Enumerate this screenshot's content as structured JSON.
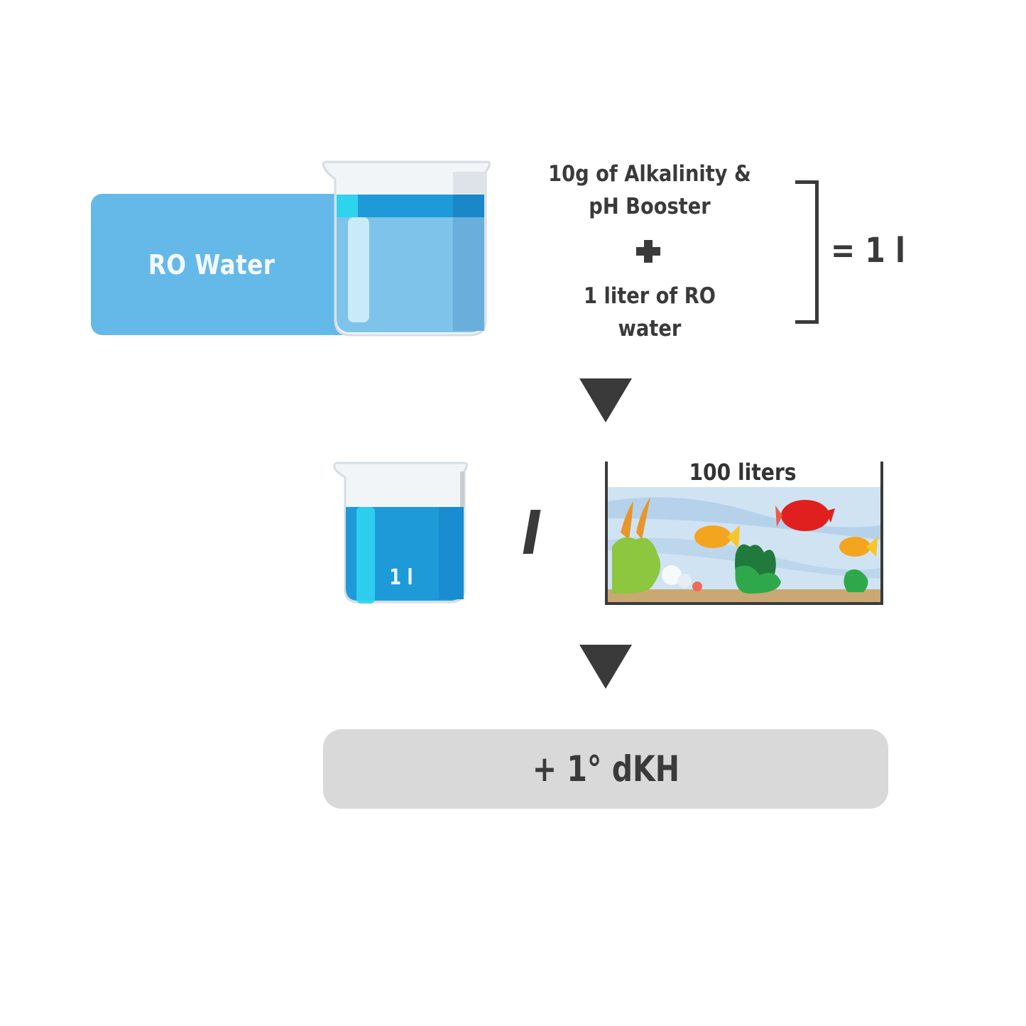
{
  "step1": {
    "source_label": "RO Water",
    "source_color": "#65b9e8",
    "ingredient_line1": "10g of Alkalinity &",
    "ingredient_line2": "pH Booster",
    "plus_symbol": "+",
    "water_line1": "1 liter of RO",
    "water_line2": "water",
    "equals_result": "= 1 l",
    "icons": [
      "beaker-icon",
      "plus-icon",
      "bracket-icon"
    ]
  },
  "step2": {
    "beaker_label": "1 l",
    "divider": "/",
    "tank_label": "100 liters",
    "icons": [
      "beaker-icon",
      "aquarium-icon"
    ]
  },
  "step3": {
    "result_label": "+ 1° dKH",
    "result_bg": "#d9d9d9"
  },
  "arrows": [
    "arrow-down-icon",
    "arrow-down-icon"
  ],
  "colors": {
    "text": "#3a3a3a",
    "water_light": "#7ec3ea",
    "water_dark": "#1e9ad9",
    "arrow": "#3a3a3a"
  }
}
